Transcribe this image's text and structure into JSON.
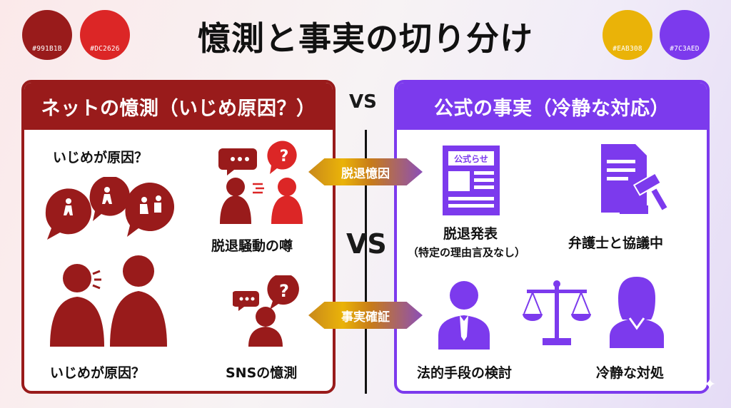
{
  "title": "憶測と事実の切り分け",
  "palette": [
    {
      "hex": "#991B1B",
      "label": "#991B1B"
    },
    {
      "hex": "#DC2626",
      "label": "#DC2626"
    },
    {
      "hex": "#EAB308",
      "label": "#EAB308"
    },
    {
      "hex": "#7C3AED",
      "label": "#7C3AED"
    }
  ],
  "left": {
    "header": "ネットの憶測（いじめ原因？）",
    "items": {
      "bubble_title": "いじめが原因？",
      "rumor": "脱退騒動の噂",
      "bottom_title": "いじめが原因？",
      "sns": "SNSの憶測"
    }
  },
  "right": {
    "header": "公式の事実（冷静な対応）",
    "newspaper_text": "公式らせ",
    "items": {
      "announcement": "脱退発表",
      "announcement_sub": "（特定の理由言及なし）",
      "lawyer": "弁護士と協議中",
      "legal": "法的手段の検討",
      "calm": "冷静な対処"
    }
  },
  "vs_label": "VS",
  "tags": [
    "脱退憶因",
    "事実確証"
  ],
  "icons": [
    "speech-bubbles-icon",
    "arguing-people-icon",
    "whisper-people-icon",
    "question-bubble-icon",
    "newspaper-icon",
    "document-gavel-icon",
    "businessman-icon",
    "scales-icon",
    "woman-icon",
    "sparkle-icon"
  ]
}
